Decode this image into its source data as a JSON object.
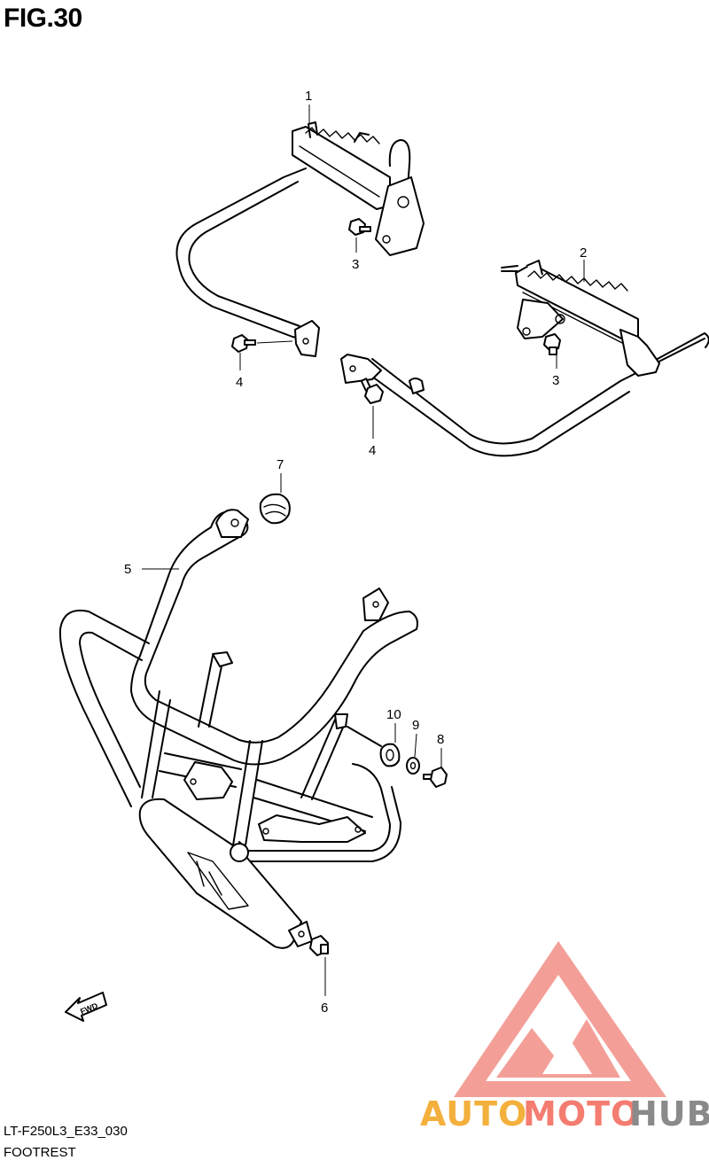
{
  "figure": {
    "title": "FIG.30",
    "code": "LT-F250L3_E33_030",
    "name": "FOOTREST"
  },
  "callouts": [
    {
      "id": "c1",
      "label": "1"
    },
    {
      "id": "c2",
      "label": "2"
    },
    {
      "id": "c3a",
      "label": "3"
    },
    {
      "id": "c3b",
      "label": "3"
    },
    {
      "id": "c4a",
      "label": "4"
    },
    {
      "id": "c4b",
      "label": "4"
    },
    {
      "id": "c5",
      "label": "5"
    },
    {
      "id": "c6",
      "label": "6"
    },
    {
      "id": "c7",
      "label": "7"
    },
    {
      "id": "c8",
      "label": "8"
    },
    {
      "id": "c9",
      "label": "9"
    },
    {
      "id": "c10",
      "label": "10"
    }
  ],
  "direction_arrow": {
    "label": "FWD"
  },
  "watermark": {
    "parts": [
      "AUTO",
      "MOTO",
      "HUB"
    ],
    "colors": {
      "auto": "#f3b03c",
      "moto": "#f47c70",
      "hub": "#8a8a8a",
      "logo": "#f28f87"
    }
  }
}
